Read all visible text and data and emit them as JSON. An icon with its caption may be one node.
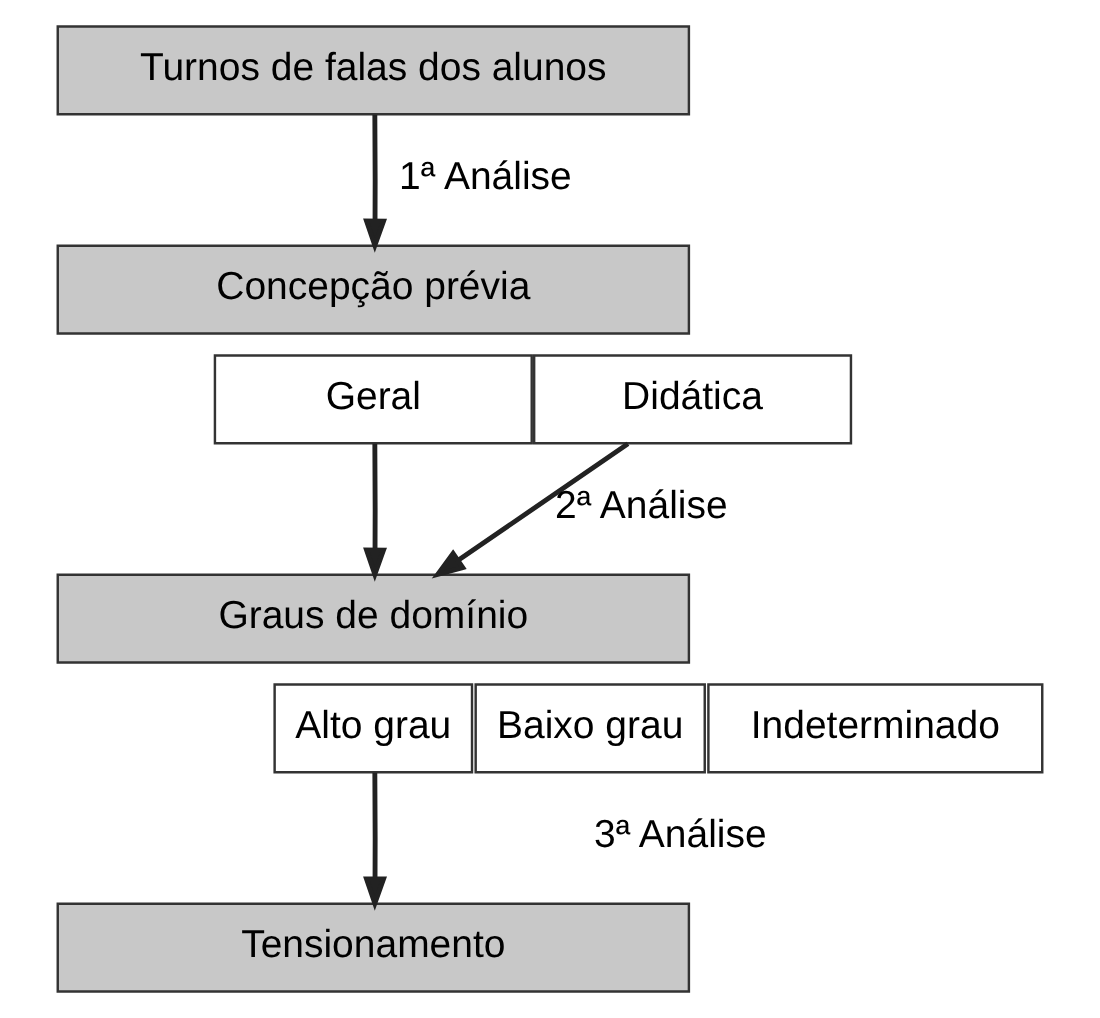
{
  "diagram": {
    "nodes": [
      {
        "text": [
          "Turnos de falas dos alunos"
        ]
      },
      {
        "text": [
          "Concepção prévia"
        ]
      },
      {
        "text": [
          "Geral"
        ]
      },
      {
        "text": [
          "Didática"
        ]
      },
      {
        "text": [
          "Graus de domínio"
        ]
      },
      {
        "text": [
          "Alto grau"
        ]
      },
      {
        "text": [
          "Baixo grau"
        ]
      },
      {
        "text": [
          "Indeterminado"
        ]
      },
      {
        "text": [
          "Tensionamento"
        ]
      }
    ],
    "edges": [
      {
        "from": 0,
        "to": 1,
        "arrow": "to"
      },
      {
        "from": 2,
        "to": 4,
        "arrow": "to"
      },
      {
        "from": 3,
        "to": 4,
        "arrow": "to"
      },
      {
        "from": 5,
        "to": 8,
        "arrow": "to"
      }
    ],
    "labels": [
      "1ª Análise",
      "2ª Análise",
      "3ª Análise"
    ]
  }
}
